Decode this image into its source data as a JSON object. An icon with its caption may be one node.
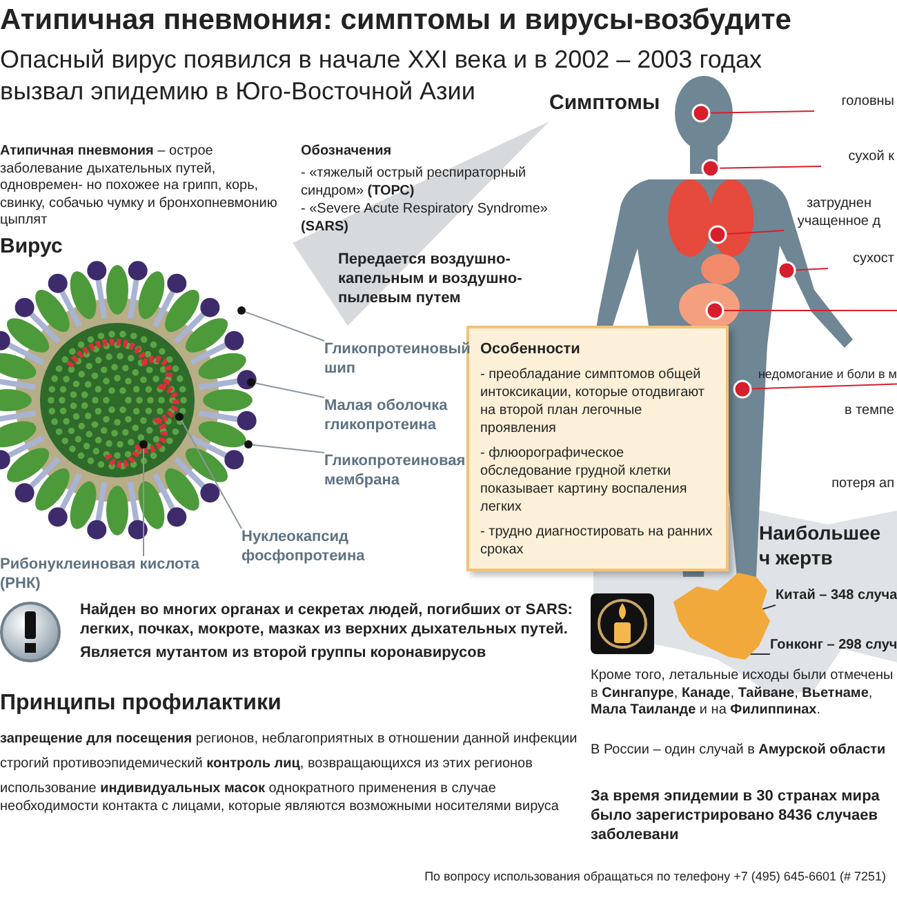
{
  "diagram": {
    "title": "Атипичная пневмония: симптомы и вирусы-возбудите",
    "nodes": [
      {
        "text": [
          "Особенности",
          "- преобладание симптомов общей интоксикации, которые отодвигают на второй план легочные проявления",
          "- флюорографическое обследование грудной клетки показывает картину воспаления легких",
          "- трудно диагностировать на ранних сроках"
        ]
      },
      {
        "text": [
          "Гликопротеиновый шип"
        ]
      },
      {
        "text": [
          "Малая оболочка гликопротеина"
        ]
      },
      {
        "text": [
          "Гликопротеиновая мембрана"
        ]
      },
      {
        "text": [
          "Нуклеокапсид фосфопротеина"
        ]
      },
      {
        "text": [
          "Рибонуклеиновая кислота (РНК)"
        ]
      },
      {
        "text": [
          "головны"
        ]
      },
      {
        "text": [
          "сухой к"
        ]
      },
      {
        "text": [
          "затруднен учащенное д"
        ]
      },
      {
        "text": [
          "сухост"
        ]
      },
      {
        "text": [
          "недомогание и боли в м"
        ]
      },
      {
        "text": [
          "Китай – 348 случа"
        ]
      },
      {
        "text": [
          "Гонконг – 298 случ"
        ]
      },
      {
        "text": [],
        "shape": "circle"
      },
      {
        "text": [],
        "shape": "circle"
      },
      {
        "text": [],
        "shape": "circle"
      },
      {
        "text": [],
        "shape": "circle"
      },
      {
        "text": [],
        "shape": "circle"
      },
      {
        "text": [],
        "shape": "circle"
      },
      {
        "text": [],
        "shape": "circle"
      },
      {
        "text": [],
        "shape": "circle"
      },
      {
        "text": [],
        "shape": "circle"
      },
      {
        "text": [],
        "shape": "circle"
      },
      {
        "text": [],
        "shape": "circle"
      },
      {
        "text": [],
        "shape": "picture"
      }
    ],
    "edges": [
      {
        "from": 1,
        "to": 13,
        "arrow": "none",
        "color": "#8c969e"
      },
      {
        "from": 2,
        "to": 14,
        "arrow": "none",
        "color": "#8c969e"
      },
      {
        "from": 3,
        "to": 15,
        "arrow": "none",
        "color": "#8c969e"
      },
      {
        "from": 4,
        "to": 16,
        "arrow": "none",
        "color": "#8c969e"
      },
      {
        "from": 5,
        "to": 17,
        "arrow": "none",
        "color": "#8c969e"
      },
      {
        "from": 6,
        "to": 18,
        "arrow": "none",
        "color": "#d81e2c"
      },
      {
        "from": 7,
        "to": 19,
        "arrow": "none",
        "color": "#d81e2c"
      },
      {
        "from": 8,
        "to": 20,
        "arrow": "none",
        "color": "#d81e2c"
      },
      {
        "from": 9,
        "to": 21,
        "arrow": "none",
        "color": "#d81e2c"
      },
      {
        "from": 22,
        "to": null,
        "arrow": "none",
        "color": "#d81e2c"
      },
      {
        "from": 10,
        "to": 23,
        "arrow": "none",
        "color": "#d81e2c"
      },
      {
        "from": 11,
        "to": 24,
        "arrow": "none",
        "color": "#333333"
      },
      {
        "from": 12,
        "to": 24,
        "arrow": "none",
        "color": "#333333"
      }
    ],
    "labels": [
      "Опасный вирус появился в начале XXI века и в 2002 – 2003 годах вызвал эпидемию в Юго-Восточной Азии",
      "Симптомы",
      "**Атипичная пневмония** – острое заболевание дыхательных путей, одновремен- но похожее на грипп, корь, свинку, собачью чумку и бронхопневмонию цыплят",
      "Обозначения",
      "- «тяжелый острый респираторный синдром» **(ТОРС)**",
      "- «Severe Acute Respiratory Syndrome» **(SARS)**",
      "Вирус",
      "Передается воздушно-капельным и воздушно-пылевым путем",
      "в темпе",
      "потеря ап",
      "Наибольшее ч жертв",
      "Найден во многих органах и секретах людей, погибших от SARS: легких, почках, мокроте, мазках из верхних дыхательных путей.",
      "Является мутантом из второй группы коронавирусов",
      "Принципы профилактики",
      "Кроме того, летальные исходы были отмечены в **Сингапуре**, **Канаде**, **Тайване**, **Вьетнаме**, **Мала** **Таиланде** и на **Филиппинах**.",
      "**запрещение для посещения** регионов, неблагоприятных в отношении данной инфекции",
      "строгий противоэпидемический **контроль лиц**, возвращающихся из этих регионов",
      "В России – один случай в **Амурской области**",
      "использование **индивидуальных масок** однократного применения в случае необходимости контакта с лицами, которые являются возможными носителями вируса",
      "За время эпидемии в 30 странах мира было зарегистрировано 8436 случаев заболевани",
      "По вопросу использования обращаться по телефону +7 (495) 645-6601 (# 7251)"
    ]
  }
}
